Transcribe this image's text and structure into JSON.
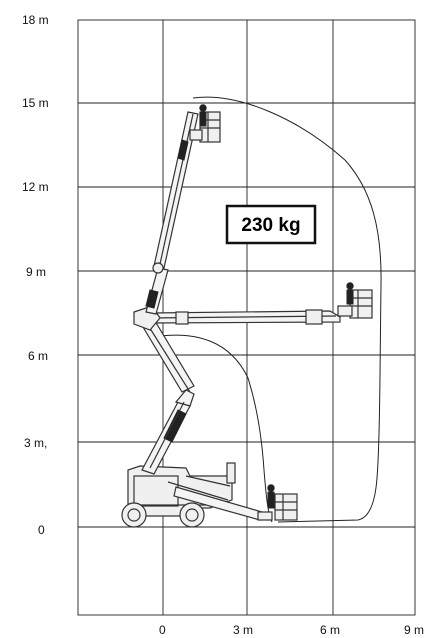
{
  "chart_data": {
    "type": "diagram",
    "capacity_label": "230 kg",
    "y_tick_labels": [
      "18 m",
      "15 m",
      "12 m",
      "9 m",
      "6 m",
      "3 m,",
      "0"
    ],
    "x_tick_labels": [
      "0",
      "3 m",
      "6 m",
      "9 m"
    ],
    "y_ticks": [
      18,
      15,
      12,
      9,
      6,
      3,
      0
    ],
    "x_ticks": [
      0,
      3,
      6,
      9
    ],
    "xlim": [
      -3,
      9
    ],
    "ylim": [
      -3.2,
      18
    ],
    "grid": true,
    "icons": [
      "aerial-work-platform-icon",
      "basket-icon",
      "operator-icon"
    ]
  }
}
